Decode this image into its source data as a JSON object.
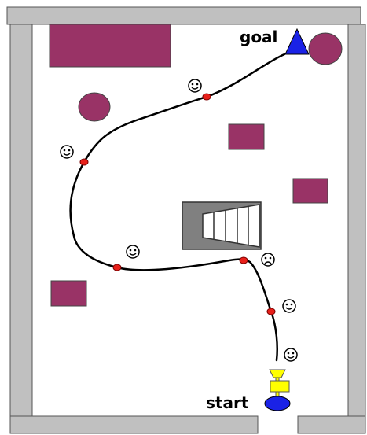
{
  "labels": {
    "goal": "goal",
    "start": "start"
  },
  "colors": {
    "wall": "#c0c0c0",
    "obstacle": "#993366",
    "path": "#000000",
    "waypoint": "#e8201a",
    "goal_marker": "#1a22e6",
    "start_marker": "#1a22e6",
    "robot": "#ffff00",
    "staircase_dark": "#808080",
    "staircase_light": "#ffffff"
  },
  "icons": {
    "happy": "smiley-face-icon",
    "sad": "frowning-face-icon",
    "goal": "triangle-goal-icon",
    "start": "ellipse-start-icon"
  },
  "waypoint_moods": [
    "happy",
    "happy",
    "sad",
    "happy",
    "happy",
    "happy"
  ]
}
